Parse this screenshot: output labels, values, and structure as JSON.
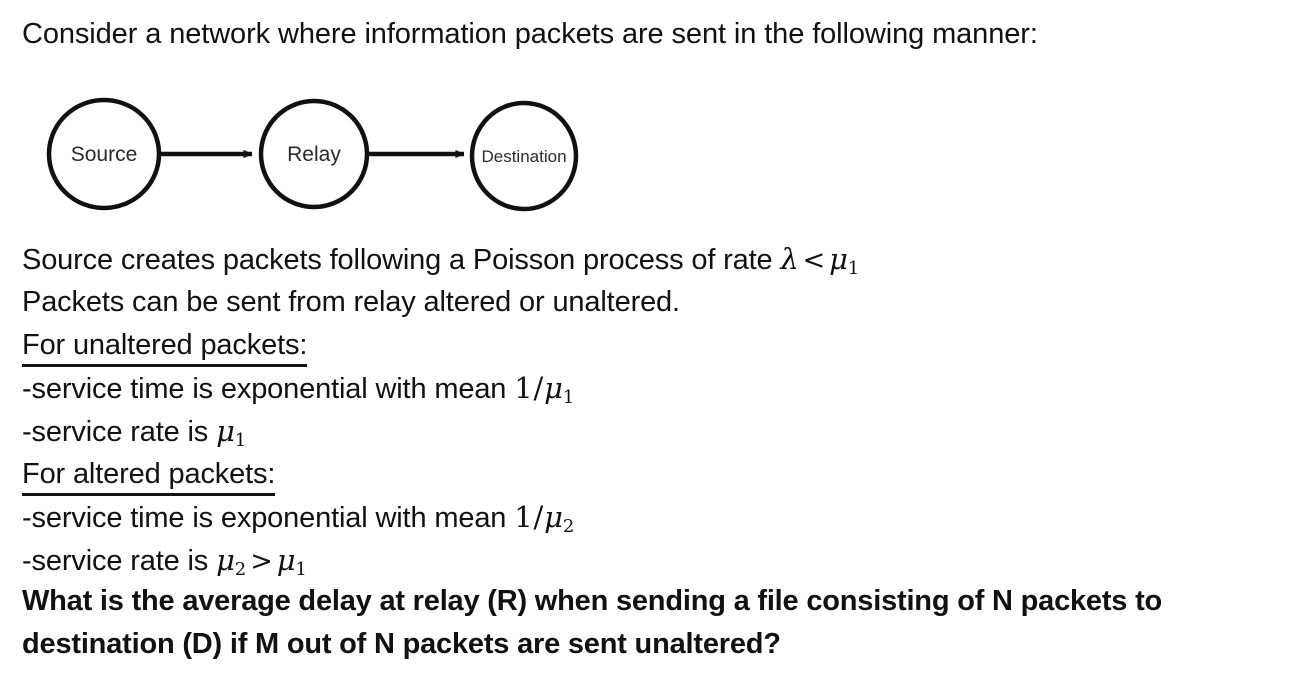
{
  "intro": {
    "text": "Consider a network where information packets are sent in the following manner:"
  },
  "diagram": {
    "type": "node-link-chain",
    "nodes": [
      {
        "id": "source",
        "label": "Source"
      },
      {
        "id": "relay",
        "label": "Relay"
      },
      {
        "id": "destination",
        "label": "Destination"
      }
    ],
    "edges": [
      {
        "from": "source",
        "to": "relay",
        "arrow": "right"
      },
      {
        "from": "relay",
        "to": "destination",
        "arrow": "right"
      }
    ]
  },
  "body": {
    "line1": {
      "prefix": "Source creates packets following a Poisson process of rate ",
      "lambda": "λ",
      "relation": "<",
      "mu": "μ",
      "mu_sub": "1"
    },
    "line2": "Packets can be sent from relay altered or unaltered.",
    "unaltered_heading": "For unaltered packets:",
    "unaltered_service_time": {
      "prefix": "-service time is exponential with mean ",
      "numerator": "1",
      "slash": "/",
      "mu": "μ",
      "mu_sub": "1"
    },
    "unaltered_service_rate": {
      "prefix": "-service rate is ",
      "mu": "μ",
      "mu_sub": "1"
    },
    "altered_heading": "For altered packets:",
    "altered_service_time": {
      "prefix": "-service time is exponential with mean ",
      "numerator": "1",
      "slash": "/",
      "mu": "μ",
      "mu_sub": "2"
    },
    "altered_service_rate": {
      "prefix": "-service rate is ",
      "mu_a": "μ",
      "mu_a_sub": "2",
      "relation": ">",
      "mu_b": "μ",
      "mu_b_sub": "1"
    }
  },
  "question": {
    "line1": "What is the average delay at relay (R) when sending a file consisting of N packets to",
    "line2": "destination (D) if M out of N packets are sent unaltered?"
  },
  "colors": {
    "background": "#ffffff",
    "text": "#111111",
    "diagram_stroke": "#111111",
    "node_label": "#2b2b2b"
  }
}
